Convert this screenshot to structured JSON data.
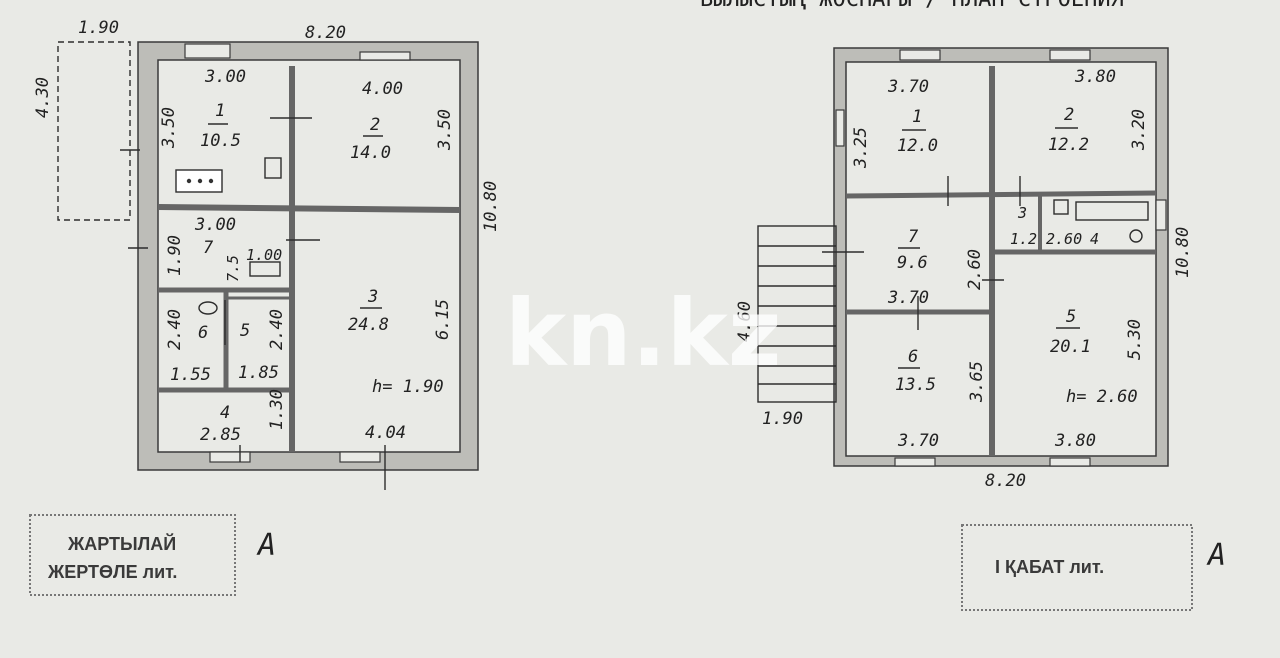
{
  "header": {
    "title_fragment": "ВЫЛЫСТЫҢ ЖОСПАРЫ / ПЛАН СТРОЕНИЯ"
  },
  "watermark": "kn.kz",
  "basement_plan": {
    "dim_top": "8.20",
    "dim_right": "10.80",
    "dim_annex_top": "1.90",
    "dim_annex_side": "4.30",
    "height_label": "h= 1.90",
    "rooms": [
      {
        "no": "1",
        "area": "10.5",
        "dim_w": "3.00",
        "dim_h": "3.50"
      },
      {
        "no": "2",
        "area": "14.0",
        "dim_w": "4.00",
        "dim_h": "3.50"
      },
      {
        "no": "3",
        "area": "24.8",
        "dim_h": "6.15",
        "dim_w": "4.04"
      },
      {
        "no": "4",
        "area": "2.85",
        "dim_h": "1.30"
      },
      {
        "no": "5",
        "area": "1.85",
        "dim_h": "2.40"
      },
      {
        "no": "6",
        "area": "1.55",
        "dim_h": "2.40"
      },
      {
        "no": "7",
        "dim_w": "3.00",
        "dim_h": "1.90",
        "small_w": "1.00",
        "small_h": "7.5"
      }
    ],
    "stamp_line1": "ЖАРТЫЛАЙ",
    "stamp_line2": "ЖЕРТӨЛЕ лит.",
    "stamp_mark": "А"
  },
  "first_floor_plan": {
    "dim_bottom": "8.20",
    "dim_right": "10.80",
    "dim_stair_w": "1.90",
    "dim_stair_h": "4.60",
    "height_label": "h= 2.60",
    "rooms": [
      {
        "no": "1",
        "area": "12.0",
        "dim_w": "3.70",
        "dim_h": "3.25"
      },
      {
        "no": "2",
        "area": "12.2",
        "dim_w": "3.80",
        "dim_h": "3.20"
      },
      {
        "no": "3",
        "area": "1.2"
      },
      {
        "no": "4",
        "area": "2.60"
      },
      {
        "no": "5",
        "area": "20.1",
        "dim_h": "5.30",
        "dim_w": "3.80"
      },
      {
        "no": "6",
        "area": "13.5",
        "dim_h": "3.65",
        "dim_w": "3.70"
      },
      {
        "no": "7",
        "area": "9.6",
        "dim_h": "2.60",
        "dim_w": "3.70"
      }
    ],
    "stamp_text": "I ҚАБАТ лит.",
    "stamp_mark": "А"
  }
}
